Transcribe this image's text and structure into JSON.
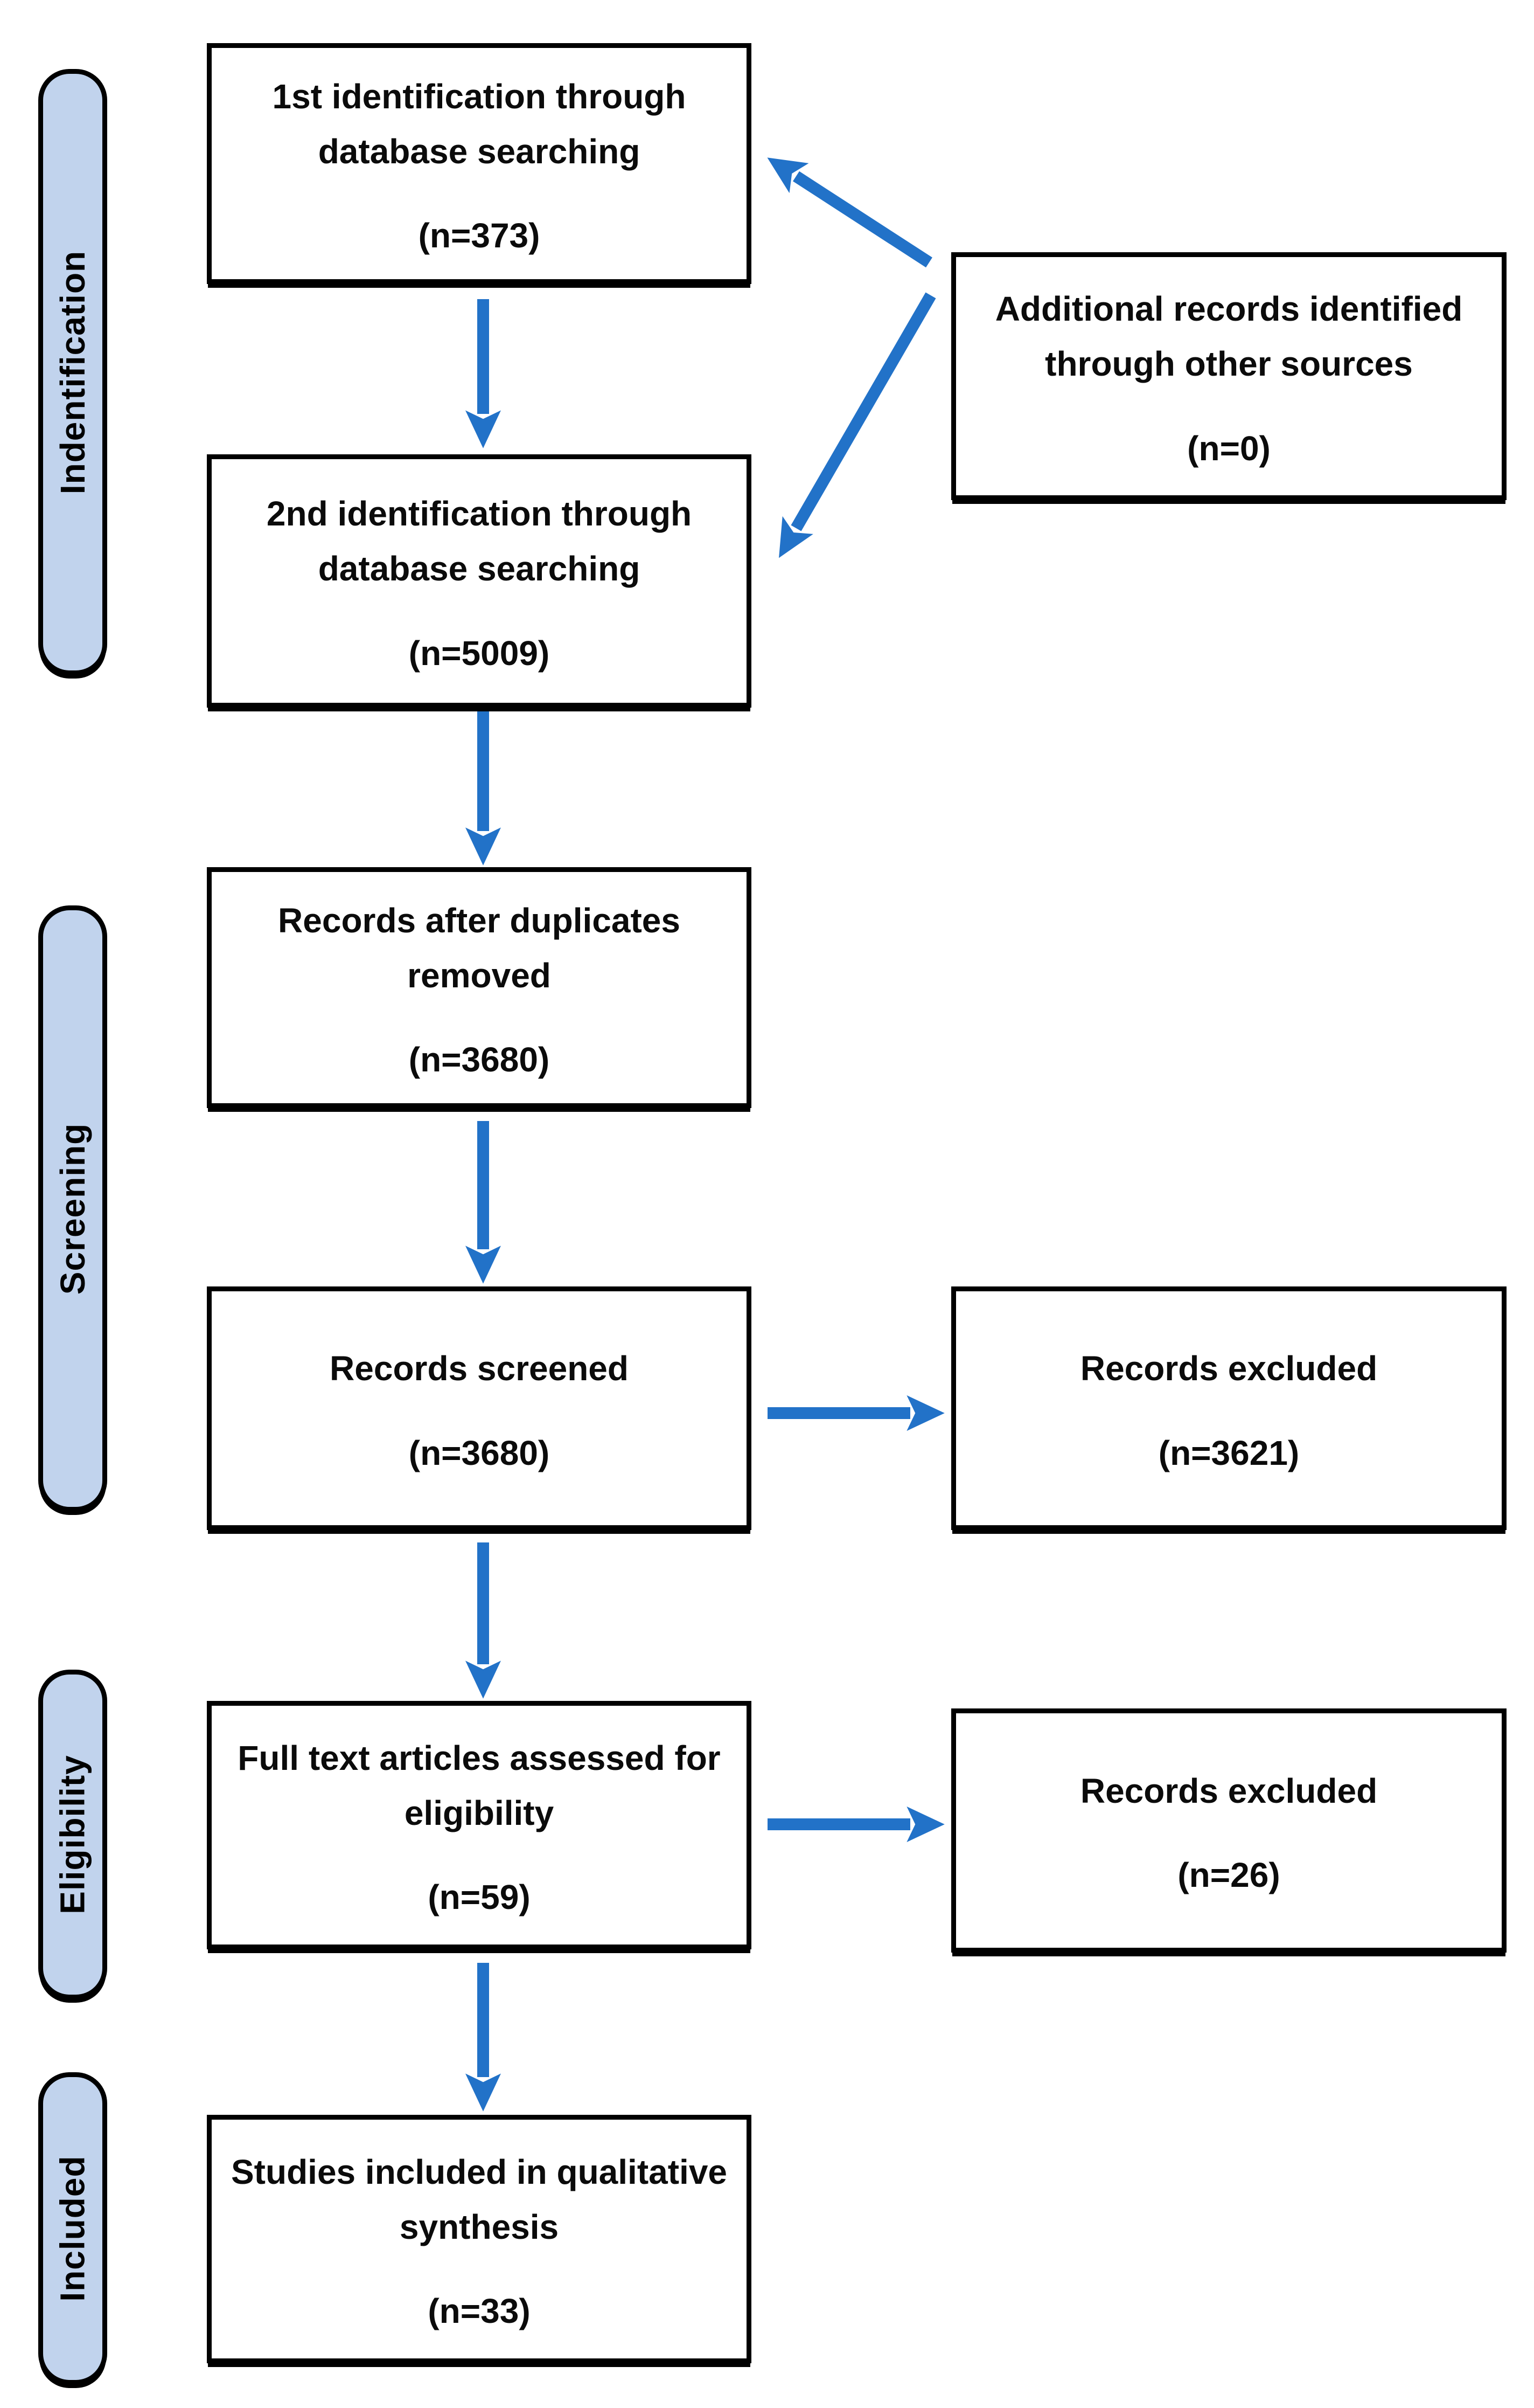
{
  "colors": {
    "arrow": "#2272C8",
    "stage_fill": "#C1D3ED",
    "box_border": "#000000",
    "box_fill": "#FFFFFF"
  },
  "stages": [
    {
      "label": "Indentification"
    },
    {
      "label": "Screening"
    },
    {
      "label": "Eligibility"
    },
    {
      "label": "Included"
    }
  ],
  "boxes": {
    "first_identification": {
      "title": "1st identification through database searching",
      "count": "(n=373)"
    },
    "additional_records": {
      "title": "Additional records identified through other sources",
      "count": "(n=0)"
    },
    "second_identification": {
      "title": "2nd identification through database searching",
      "count": "(n=5009)"
    },
    "duplicates_removed": {
      "title": "Records after duplicates removed",
      "count": "(n=3680)"
    },
    "records_screened": {
      "title": "Records screened",
      "count": "(n=3680)"
    },
    "records_excluded_screening": {
      "title": "Records excluded",
      "count": "(n=3621)"
    },
    "full_text_assessed": {
      "title": "Full text articles assessed for eligibility",
      "count": "(n=59)"
    },
    "records_excluded_eligibility": {
      "title": "Records excluded",
      "count": "(n=26)"
    },
    "studies_included": {
      "title": "Studies included in qualitative synthesis",
      "count": "(n=33)"
    }
  }
}
